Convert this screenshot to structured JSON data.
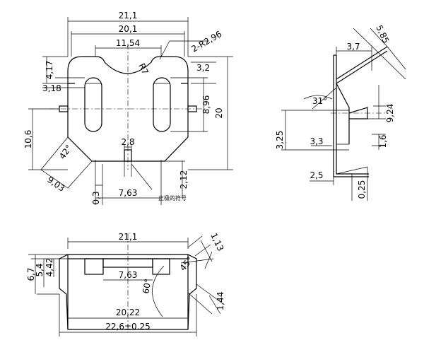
{
  "top_view": {
    "dims": {
      "overall_width": "21,1",
      "inner_width": "20,1",
      "opening_width": "11,54",
      "radius": "R7",
      "corner_radius": "2-R2,96",
      "height_4_17": "4,17",
      "slot_width": "3,18",
      "tab_3_2": "3,2",
      "slot_length": "8,96",
      "overall_height": "20",
      "left_height": "10,6",
      "angle": "42°",
      "chamfer": "9,03",
      "pin_width": "2,8",
      "offset_0_3": "0,3",
      "pin_spacing": "7,63",
      "bottom_offset": "2,12"
    },
    "note": "正极的符号"
  },
  "side_view": {
    "dims": {
      "top_width": "3,7",
      "spring_length": "5,85",
      "angle": "31°",
      "height_9_24": "9,24",
      "height_3_25": "3,25",
      "step_3_3": "3,3",
      "thickness_1_6": "1,6",
      "foot_2_5": "2,5",
      "sheet_0_25": "0,25"
    }
  },
  "front_view": {
    "dims": {
      "overall_width": "21,1",
      "height_6_7": "6,7",
      "height_5_4": "5,4",
      "height_4_42": "4,42",
      "pin_spacing": "7,63",
      "dim_1_13": "1,13",
      "angle_45": "45°",
      "angle_60": "60°",
      "dim_1_44": "1,44",
      "base_width": "20,22",
      "total_width": "22,6±0.25"
    }
  }
}
